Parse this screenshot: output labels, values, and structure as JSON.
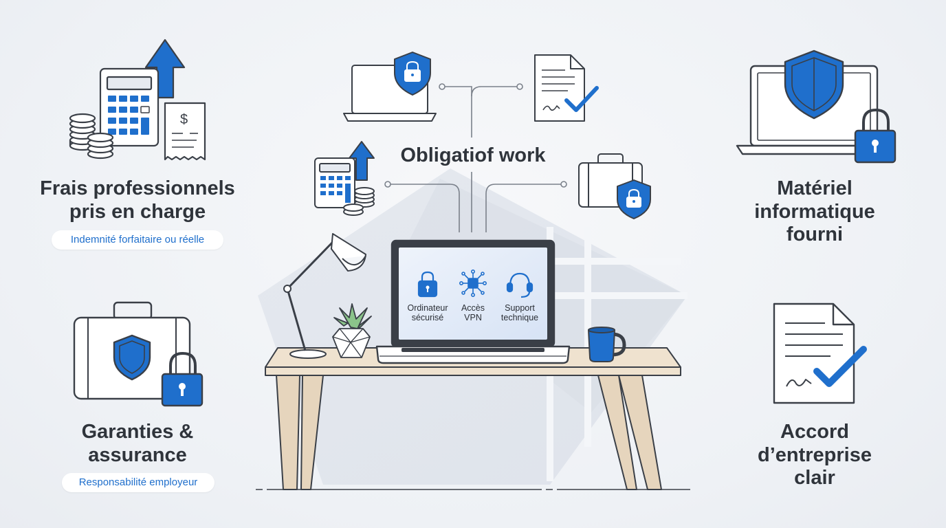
{
  "center": {
    "title": "Obligatiof work"
  },
  "left_top": {
    "title_line1": "Frais professionnels",
    "title_line2": "pris en charge",
    "pill": "Indemnité forfaitaire ou réelle"
  },
  "left_bottom": {
    "title_line1": "Garanties &",
    "title_line2": "assurance",
    "pill": "Responsabilité employeur"
  },
  "right_top": {
    "title_line1": "Matériel",
    "title_line2": "informatique",
    "title_line3": "fourni"
  },
  "right_bottom": {
    "title_line1": "Accord",
    "title_line2": "d’entreprise",
    "title_line3": "clair"
  },
  "laptop_screen": {
    "items": [
      {
        "line1": "Ordinateur",
        "line2": "sécurisé",
        "icon": "padlock-icon"
      },
      {
        "line1": "Accès",
        "line2": "VPN",
        "icon": "network-chip-icon"
      },
      {
        "line1": "Support",
        "line2": "technique",
        "icon": "headset-icon"
      }
    ]
  },
  "colors": {
    "accent": "#1f6fcc",
    "outline": "#3a3f47",
    "desk": "#efe2cf",
    "legs": "#e6d5bd"
  }
}
